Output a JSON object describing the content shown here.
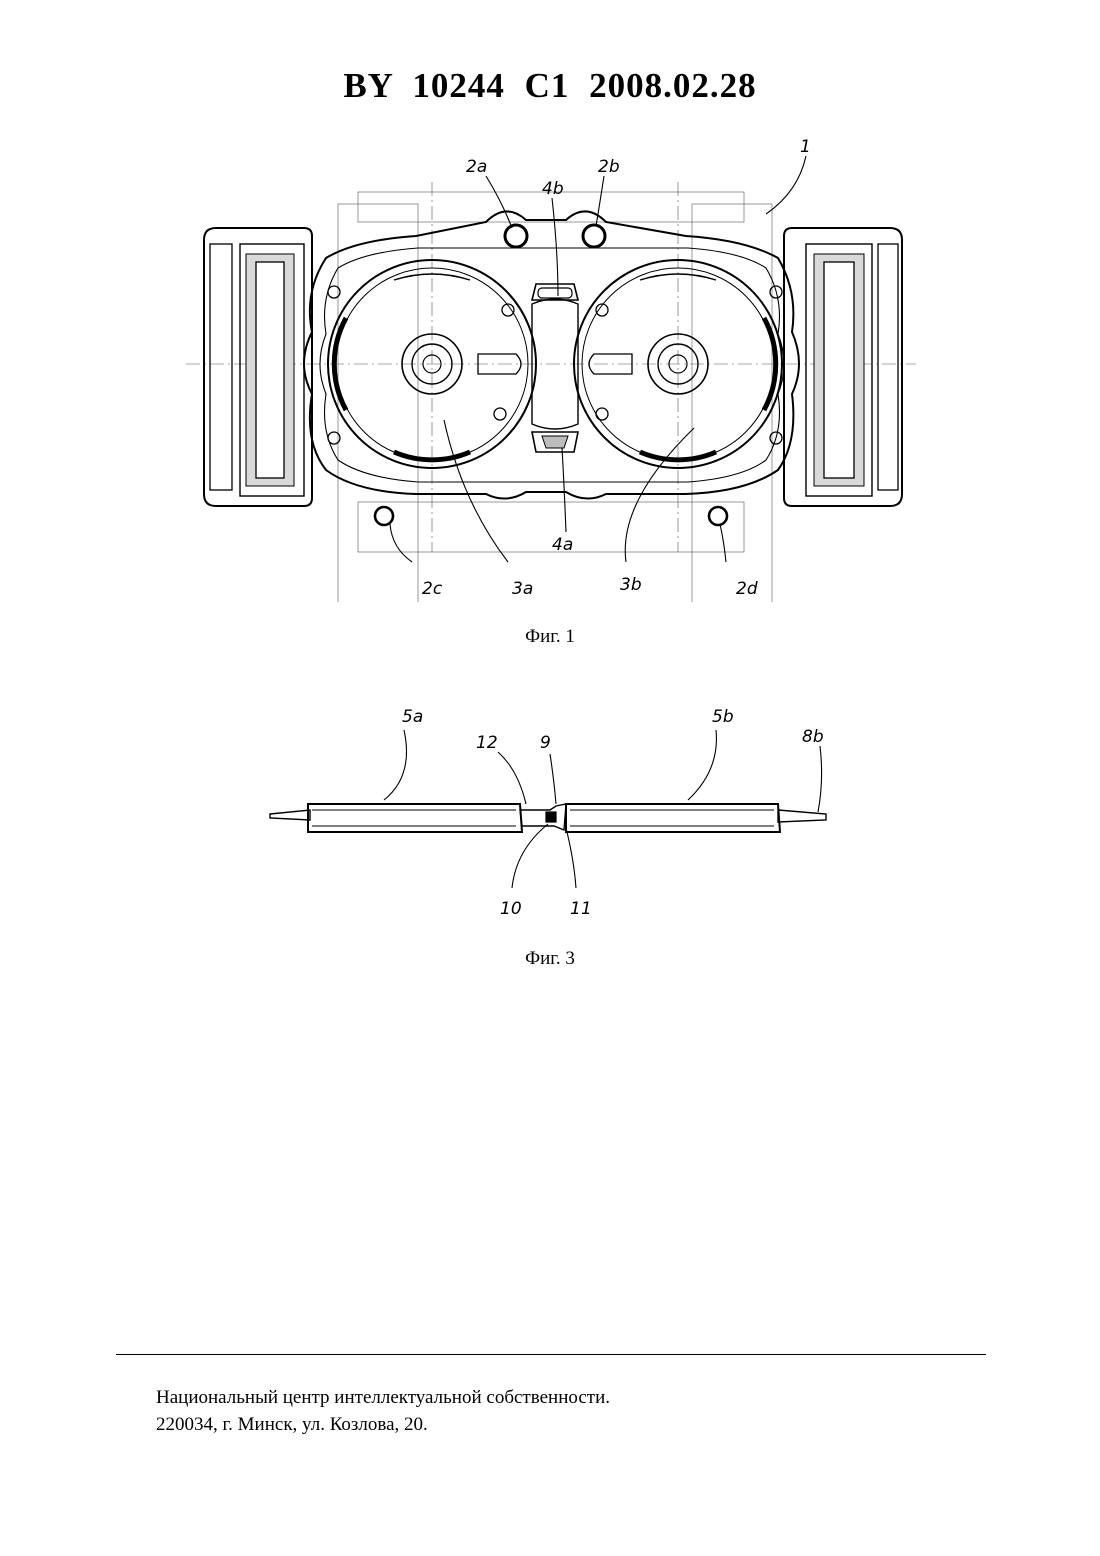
{
  "document": {
    "header": "BY 10244 C1 2008.02.28"
  },
  "figure1": {
    "caption": "Фиг. 1",
    "labels": {
      "l_1": "1",
      "l_2a": "2a",
      "l_2b": "2b",
      "l_4b": "4b",
      "l_4a": "4a",
      "l_2c": "2c",
      "l_3a": "3a",
      "l_3b": "3b",
      "l_2d": "2d"
    }
  },
  "figure3": {
    "caption": "Фиг. 3",
    "labels": {
      "l_5a": "5a",
      "l_12": "12",
      "l_9": "9",
      "l_5b": "5b",
      "l_8b": "8b",
      "l_10": "10",
      "l_11": "11"
    }
  },
  "footer": {
    "line1": "Национальный центр интеллектуальной собственности.",
    "line2": "220034, г. Минск, ул. Козлова, 20."
  }
}
